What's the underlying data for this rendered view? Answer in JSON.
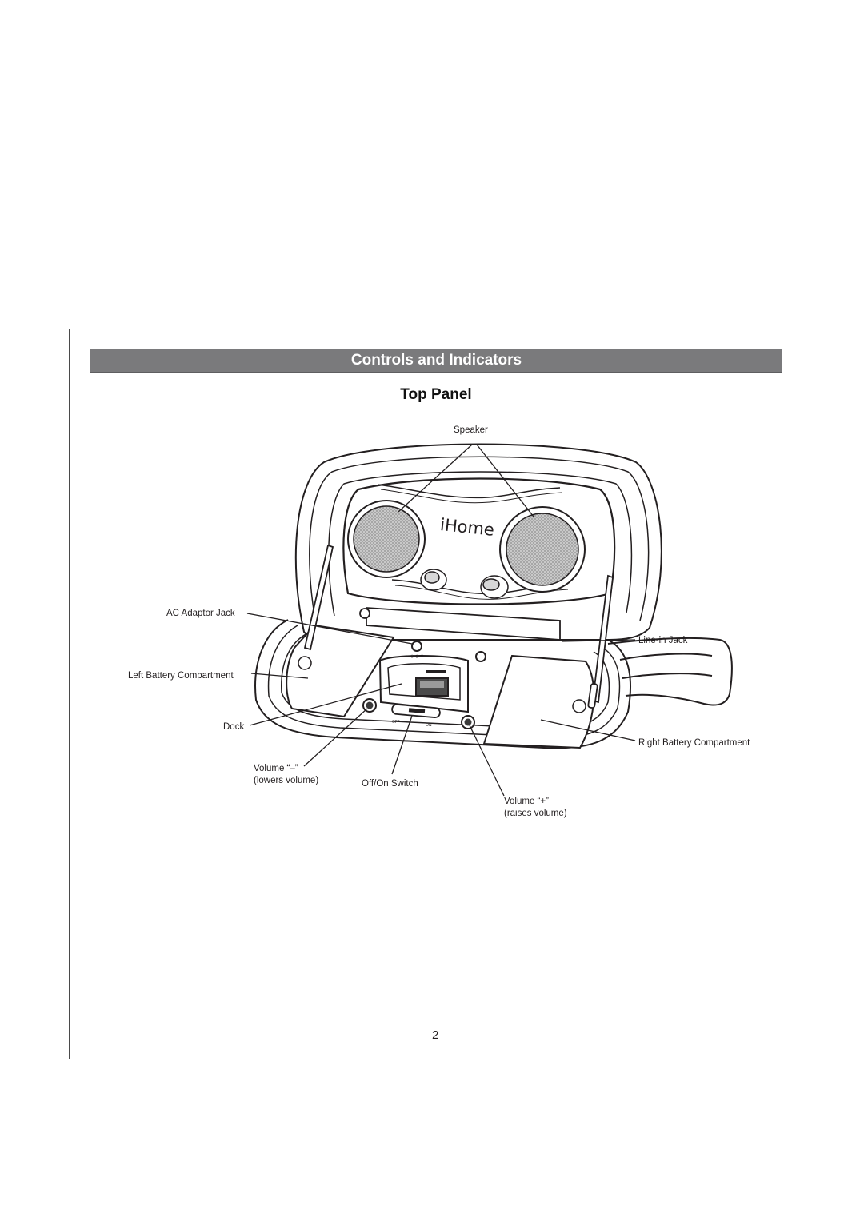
{
  "section": {
    "title": "Controls and Indicators"
  },
  "subsection": {
    "title": "Top Panel"
  },
  "device": {
    "logo": "iHome",
    "switch_off": "OFF",
    "switch_on": "ON"
  },
  "callouts": {
    "speaker": "Speaker",
    "ac_adaptor_jack": "AC Adaptor Jack",
    "line_in_jack": "Line-in Jack",
    "left_battery": "Left Battery Compartment",
    "dock": "Dock",
    "right_battery": "Right Battery Compartment",
    "volume_minus": "Volume “–”",
    "volume_minus_desc": "(lowers volume)",
    "off_on_switch": "Off/On Switch",
    "volume_plus": "Volume “+”",
    "volume_plus_desc": "(raises volume)"
  },
  "footer": {
    "page_number": "2"
  }
}
